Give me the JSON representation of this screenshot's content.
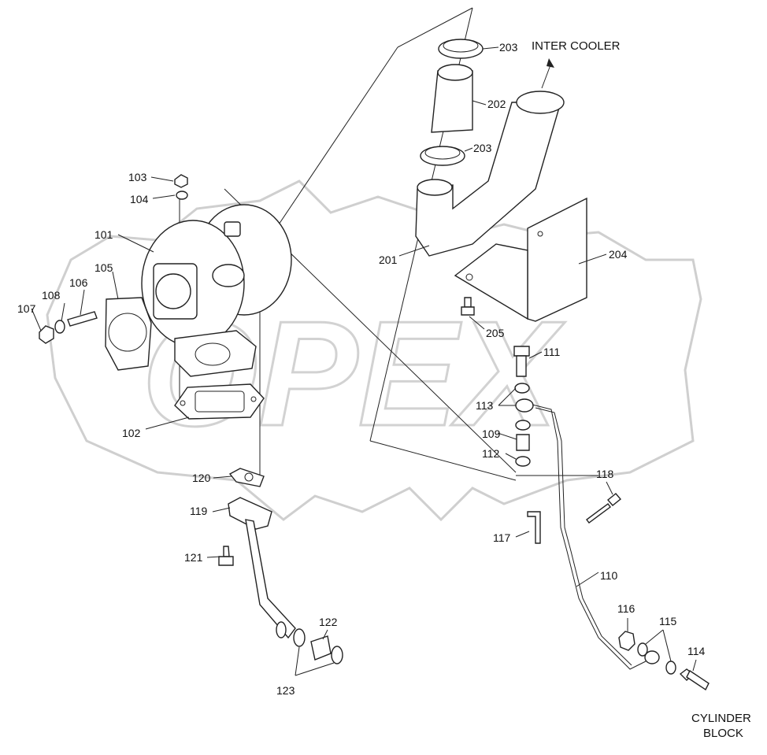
{
  "diagram": {
    "notes": {
      "inter_cooler": "INTER COOLER",
      "cylinder_block_line1": "CYLINDER",
      "cylinder_block_line2": "BLOCK"
    },
    "watermark": "OPEX",
    "callouts": {
      "c101": "101",
      "c102": "102",
      "c103": "103",
      "c104": "104",
      "c105": "105",
      "c106": "106",
      "c107": "107",
      "c108": "108",
      "c109": "109",
      "c110": "110",
      "c111": "111",
      "c112": "112",
      "c113": "113",
      "c114": "114",
      "c115": "115",
      "c116": "116",
      "c117": "117",
      "c118": "118",
      "c119": "119",
      "c120": "120",
      "c121": "121",
      "c122": "122",
      "c123": "123",
      "c201": "201",
      "c202": "202",
      "c203a": "203",
      "c203b": "203",
      "c204": "204",
      "c205": "205"
    }
  }
}
